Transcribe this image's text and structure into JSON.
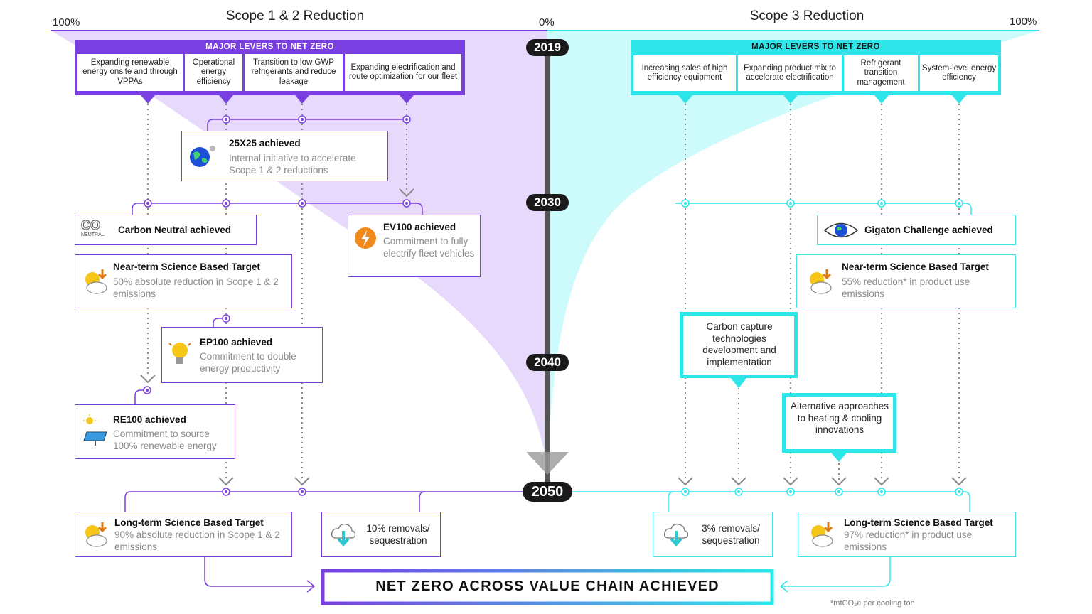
{
  "titles": {
    "left": "Scope 1 & 2 Reduction",
    "right": "Scope 3 Reduction",
    "left_pct": "100%",
    "zero_pct": "0%",
    "right_pct": "100%"
  },
  "years": [
    "2019",
    "2030",
    "2040",
    "2050"
  ],
  "left_levers": {
    "header": "MAJOR LEVERS TO NET ZERO",
    "items": [
      "Expanding renewable energy onsite and through VPPAs",
      "Operational energy efficiency",
      "Transition to low GWP refrigerants and reduce leakage",
      "Expanding electrification and route optimization for our fleet"
    ]
  },
  "right_levers": {
    "header": "MAJOR LEVERS TO NET ZERO",
    "items": [
      "Increasing sales of high efficiency equipment",
      "Expanding product mix to accelerate electrification",
      "Refrigerant transition management",
      "System-level energy efficiency"
    ]
  },
  "milestones": {
    "x25": {
      "title": "25X25 achieved",
      "desc": "Internal initiative to accelerate Scope 1 & 2 reductions"
    },
    "carbon_neutral": {
      "title": "Carbon Neutral achieved",
      "logo_text": "CO",
      "logo_sub": "NEUTRAL"
    },
    "ev100": {
      "title": "EV100 achieved",
      "desc": "Commitment to fully electrify fleet vehicles"
    },
    "near_left": {
      "title": "Near-term Science Based Target",
      "desc": "50% absolute reduction in Scope 1 & 2 emissions"
    },
    "ep100": {
      "title": "EP100 achieved",
      "desc": "Commitment to double energy productivity"
    },
    "re100": {
      "title": "RE100 achieved",
      "desc": "Commitment to source 100% renewable energy"
    },
    "gigaton": {
      "title": "Gigaton Challenge achieved"
    },
    "near_right": {
      "title": "Near-term Science Based Target",
      "desc": "55% reduction* in product use emissions"
    },
    "carbon_capture": {
      "text": "Carbon capture technologies development and implementation"
    },
    "alt_heating": {
      "text": "Alternative approaches to heating & cooling innovations"
    },
    "long_left": {
      "title": "Long-term Science Based Target",
      "desc": "90% absolute reduction in Scope 1 & 2 emissions"
    },
    "removals_left": {
      "text": "10% removals/ sequestration"
    },
    "removals_right": {
      "text": "3% removals/ sequestration"
    },
    "long_right": {
      "title": "Long-term Science Based Target",
      "desc": "97% reduction* in product use emissions"
    }
  },
  "net_zero": "NET ZERO ACROSS VALUE CHAIN ACHIEVED",
  "footnote": "*mtCO₂e per cooling ton",
  "colors": {
    "purple": "#7a3fe0",
    "purple_light": "#e7dbfb",
    "cyan": "#2ee6ea",
    "cyan_light": "#cffbfb",
    "dark": "#1a1a1a"
  }
}
